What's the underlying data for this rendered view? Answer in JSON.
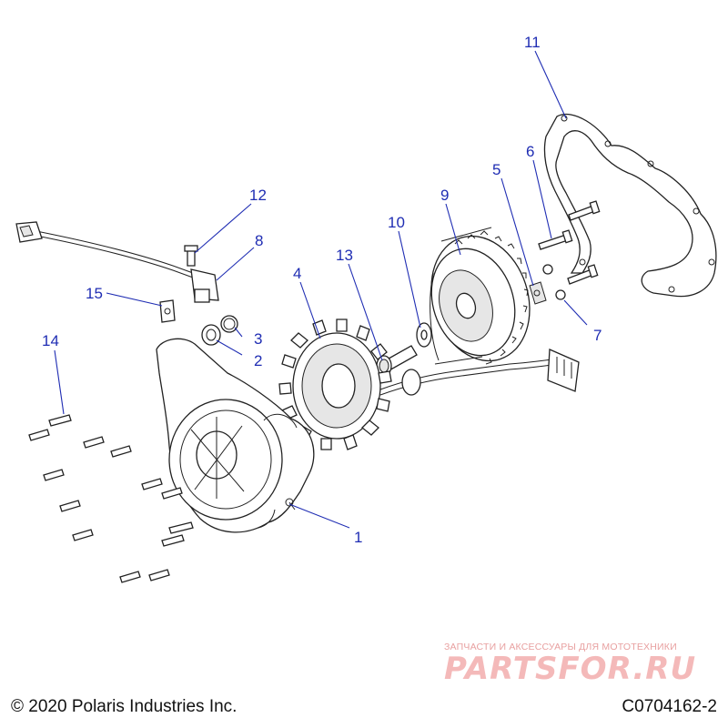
{
  "callouts": {
    "c1": "1",
    "c2": "2",
    "c3": "3",
    "c4": "4",
    "c5": "5",
    "c6": "6",
    "c7": "7",
    "c8": "8",
    "c9": "9",
    "c10": "10",
    "c11": "11",
    "c12": "12",
    "c13": "13",
    "c14": "14",
    "c15": "15"
  },
  "footer": {
    "copyright": "© 2020 Polaris Industries Inc.",
    "drawing_id": "C0704162-2"
  },
  "watermark": {
    "subtitle": "ЗАПЧАСТИ И АКСЕССУАРЫ ДЛЯ МОТОТЕХНИКИ",
    "brand": "PARTSFOR.RU"
  },
  "colors": {
    "callout": "#1f2db3",
    "line_art": "#222222",
    "watermark": "#f4b9b9"
  }
}
